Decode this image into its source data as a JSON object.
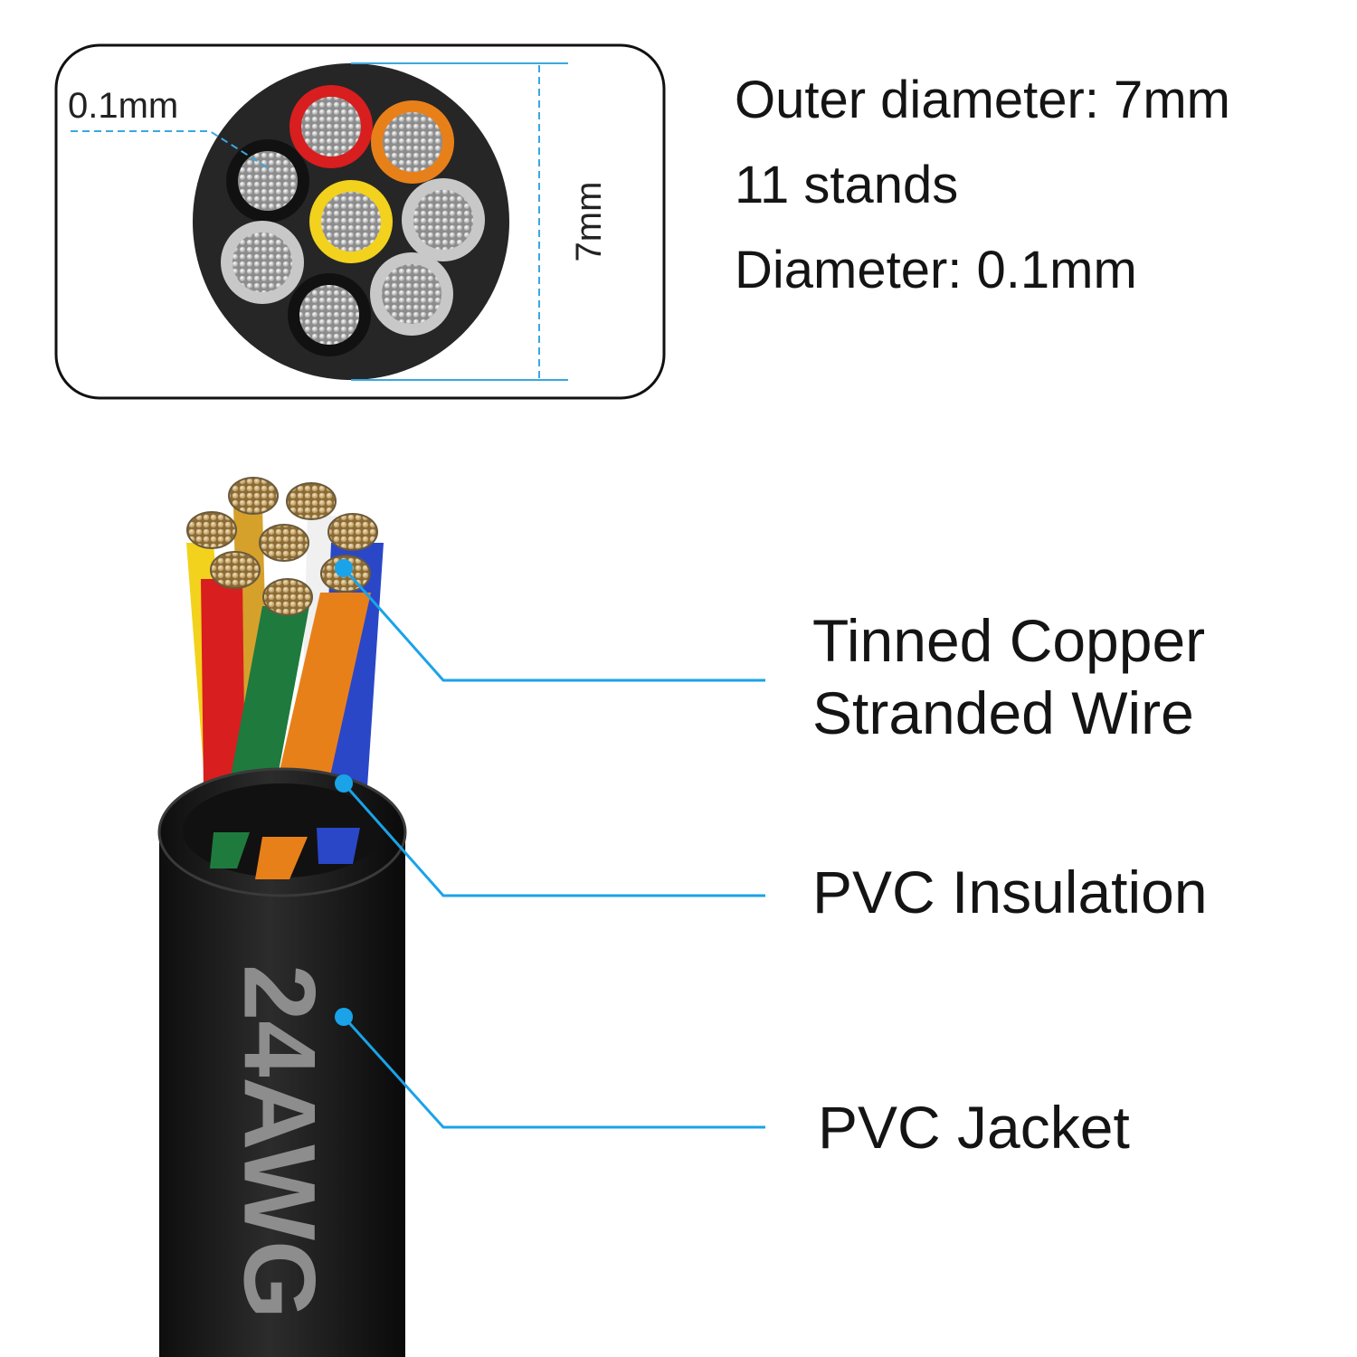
{
  "cross_section": {
    "strand_label": "0.1mm",
    "height_label": "7mm"
  },
  "specs": {
    "outer_diameter": "Outer diameter: 7mm",
    "strands": "11 stands",
    "diameter": "Diameter: 0.1mm"
  },
  "cable": {
    "gauge_marking": "24AWG",
    "jacket_color": "#1a1a1a",
    "core_colors": [
      "#d81e1e",
      "#e8801a",
      "#f2d21c",
      "#1a1a1a",
      "#c8c8c8",
      "#1f7a3e",
      "#2a47c8"
    ]
  },
  "callouts": {
    "conductor_line1": "Tinned Copper",
    "conductor_line2": "Stranded Wire",
    "insulation": "PVC Insulation",
    "jacket": "PVC Jacket"
  },
  "colors": {
    "leader_line": "#1aa3e8",
    "dimension_line": "#3aa8e0"
  }
}
